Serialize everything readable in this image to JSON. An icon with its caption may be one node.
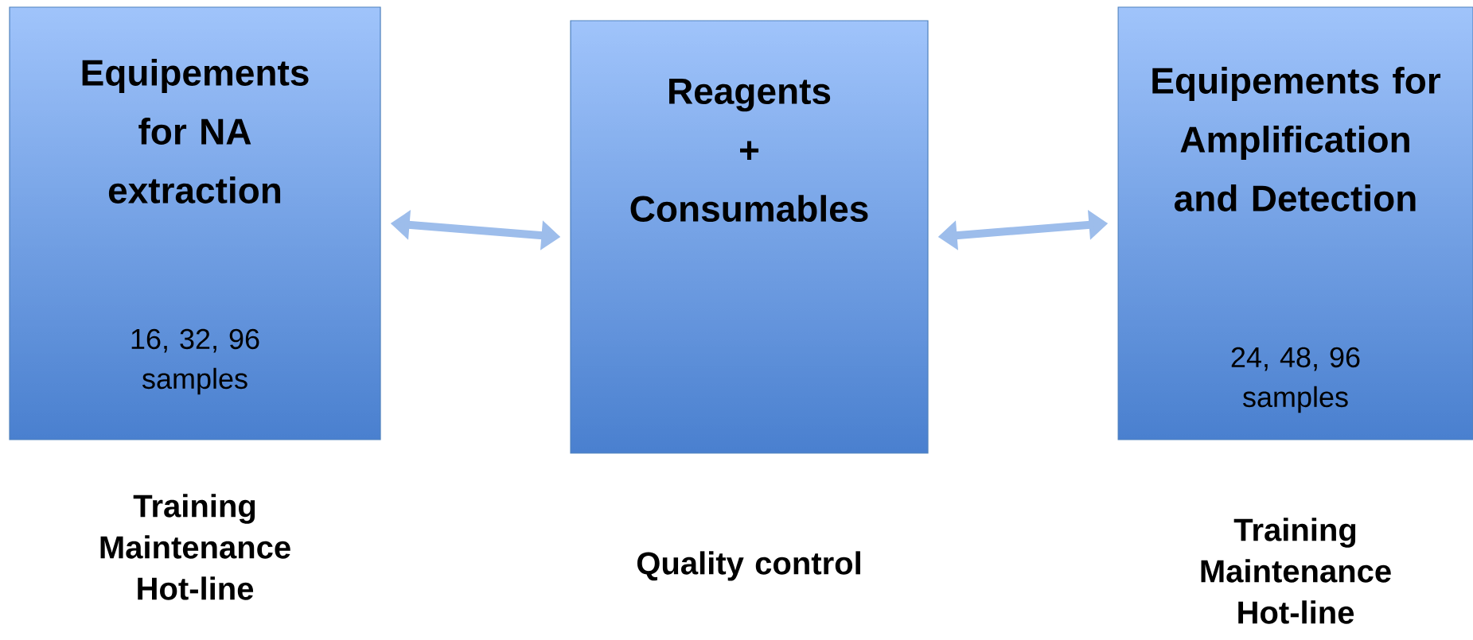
{
  "diagram": {
    "nodes": [
      {
        "text": [
          "Equipements for NA extraction",
          "16, 32, 96 samples"
        ],
        "beside": [
          "Training Maintenance Hot-line"
        ]
      },
      {
        "text": [
          "Reagents",
          "+",
          "Consumables"
        ],
        "beside": [
          "Quality control"
        ]
      },
      {
        "text": [
          "Equipements for Amplification and Detection",
          "24, 48, 96 samples"
        ],
        "beside": [
          "Training Maintenance Hot-line"
        ]
      }
    ],
    "edges": [
      {
        "from": 0,
        "to": 1,
        "arrow": "both"
      },
      {
        "from": 1,
        "to": 2,
        "arrow": "both"
      }
    ]
  }
}
